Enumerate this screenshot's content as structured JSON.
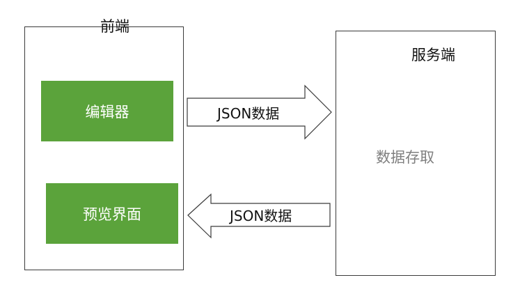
{
  "frontend": {
    "title": "前端",
    "editor_label": "编辑器",
    "preview_label": "预览界面"
  },
  "server": {
    "title": "服务端",
    "storage_label": "数据存取"
  },
  "arrows": {
    "to_server_label": "JSON数据",
    "to_frontend_label": "JSON数据"
  },
  "colors": {
    "component_fill": "#5ba33b",
    "component_text": "#ffffff",
    "storage_text": "#7f7f7f",
    "border": "#3a3a3a"
  }
}
